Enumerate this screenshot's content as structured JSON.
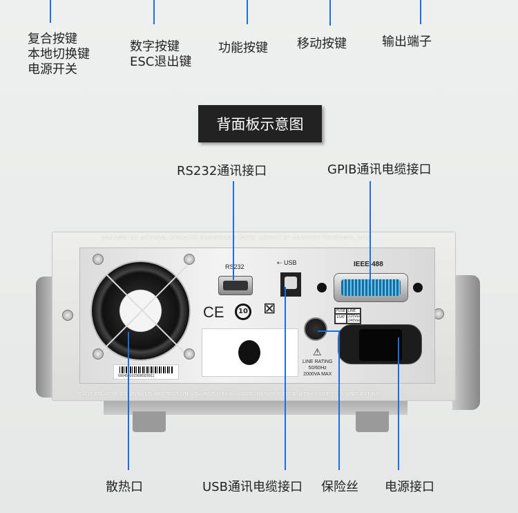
{
  "top_labels": {
    "composite": [
      "复合按键",
      "本地切换键",
      "电源开关"
    ],
    "numeric": [
      "数字按键",
      "ESC退出键"
    ],
    "function": "功能按键",
    "move": "移动按键",
    "output": "输出端子"
  },
  "title": "背面板示意图",
  "callouts": {
    "rs232": "RS232通讯接口",
    "gpib": "GPIB通讯电缆接口",
    "fan": "散热口",
    "usb": "USB通讯电缆接口",
    "fuse": "保险丝",
    "power": "电源接口"
  },
  "device": {
    "warning": "WARNING:  NO INTERNAL OPERATOR SERVICEABLE PARTS. SERVICE BY QUALIFIED PERSONNEL ONLY",
    "caution": "CAUTION:  FOR CONTINUED PROTECTION AGAINST FIRE HAZARD.  REPLACE FUSE WITH SAME TYPE AND RATING.",
    "rs232": "RS232",
    "usb": "USB",
    "ieee": "IEEE-488",
    "ce": "CE",
    "rohs": "10",
    "fuse_hdr": "FUSE",
    "line_hdr": "LINE",
    "fuse_val": "15AT",
    "line_val": "220Vac 240Vac",
    "rating": [
      "LINE RATING",
      "50/60Hz",
      "2000VA MAX"
    ],
    "barcode": "6004501015696920011"
  },
  "colors": {
    "accent": "#1a6fe0",
    "title_bg": "#222222"
  }
}
